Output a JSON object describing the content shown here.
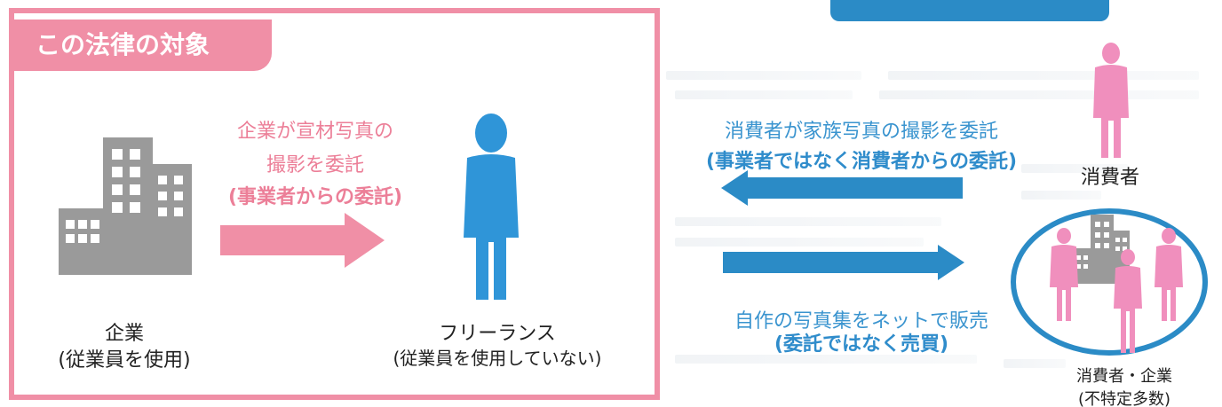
{
  "scope": {
    "title": "この法律の対象"
  },
  "left": {
    "company_name": "企業",
    "company_sub": "(従業員を使用)",
    "request_line1": "企業が宣材写真の",
    "request_line2": "撮影を委託",
    "request_line3": "(事業者からの委託)",
    "freelance_name": "フリーランス",
    "freelance_sub": "(従業員を使用していない)"
  },
  "right": {
    "consumer_request_line1": "消費者が家族写真の撮影を委託",
    "consumer_request_line2": "(事業者ではなく消費者からの委託)",
    "consumer_label": "消費者",
    "sale_line1": "自作の写真集をネットで販売",
    "sale_line2": "(委託ではなく売買)",
    "market_label_line1": "消費者・企業",
    "market_label_line2": "(不特定多数)"
  },
  "colors": {
    "pink": "#f08fa6",
    "blue": "#2b8bc6",
    "building_gray": "#9a9a9a",
    "person_blue": "#2f95d8",
    "person_pink": "#f08fbd"
  }
}
